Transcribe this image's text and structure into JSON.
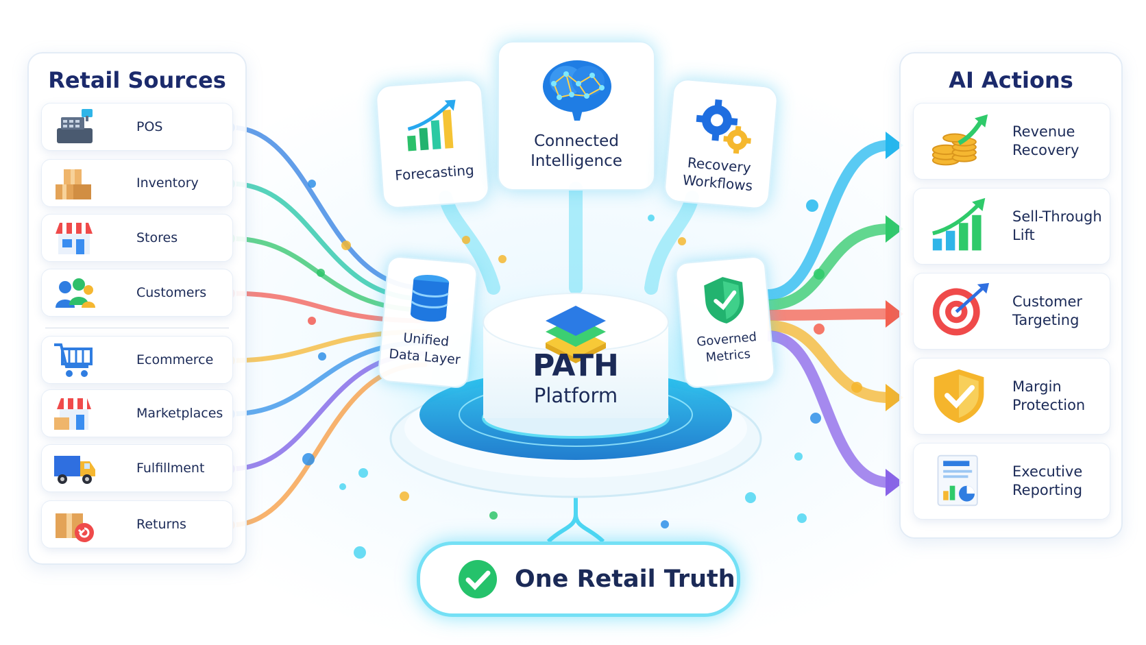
{
  "left_panel": {
    "title": "Retail Sources",
    "items": [
      {
        "label": "POS",
        "icon": "cash-register-icon",
        "color": "#2f7de1"
      },
      {
        "label": "Inventory",
        "icon": "boxes-icon",
        "color": "#1fc4a4"
      },
      {
        "label": "Stores",
        "icon": "store-icon",
        "color": "#2fc46a"
      },
      {
        "label": "Customers",
        "icon": "customers-icon",
        "color": "#f25c54"
      },
      {
        "label": "Ecommerce",
        "icon": "shopping-cart-icon",
        "color": "#f5b731"
      },
      {
        "label": "Marketplaces",
        "icon": "marketplace-icon",
        "color": "#2f8fe8"
      },
      {
        "label": "Fulfillment",
        "icon": "delivery-truck-icon",
        "color": "#7a5ce6"
      },
      {
        "label": "Returns",
        "icon": "returns-box-icon",
        "color": "#f79a3c"
      }
    ]
  },
  "right_panel": {
    "title": "AI Actions",
    "items": [
      {
        "label": "Revenue\nRecovery",
        "icon": "coins-growth-icon",
        "color": "#23b8ef"
      },
      {
        "label": "Sell-Through\nLift",
        "icon": "growth-chart-icon",
        "color": "#2fca6a"
      },
      {
        "label": "Customer\nTargeting",
        "icon": "target-icon",
        "color": "#f4604f"
      },
      {
        "label": "Margin\nProtection",
        "icon": "shield-check-icon",
        "color": "#f5b52c"
      },
      {
        "label": "Executive\nReporting",
        "icon": "report-icon",
        "color": "#8a63e8"
      }
    ]
  },
  "center": {
    "connected_intelligence": "Connected\nIntelligence",
    "forecasting": "Forecasting",
    "recovery_workflows": "Recovery\nWorkflows",
    "unified_data_layer": "Unified\nData Layer",
    "governed_metrics": "Governed\nMetrics",
    "platform_name": "PATH",
    "platform_sub": "Platform"
  },
  "footer": {
    "one_retail_truth": "One Retail Truth"
  },
  "colors": {
    "accent_cyan": "#4fd6f2",
    "navy_text": "#1b2a57",
    "check_green": "#25c26b"
  }
}
